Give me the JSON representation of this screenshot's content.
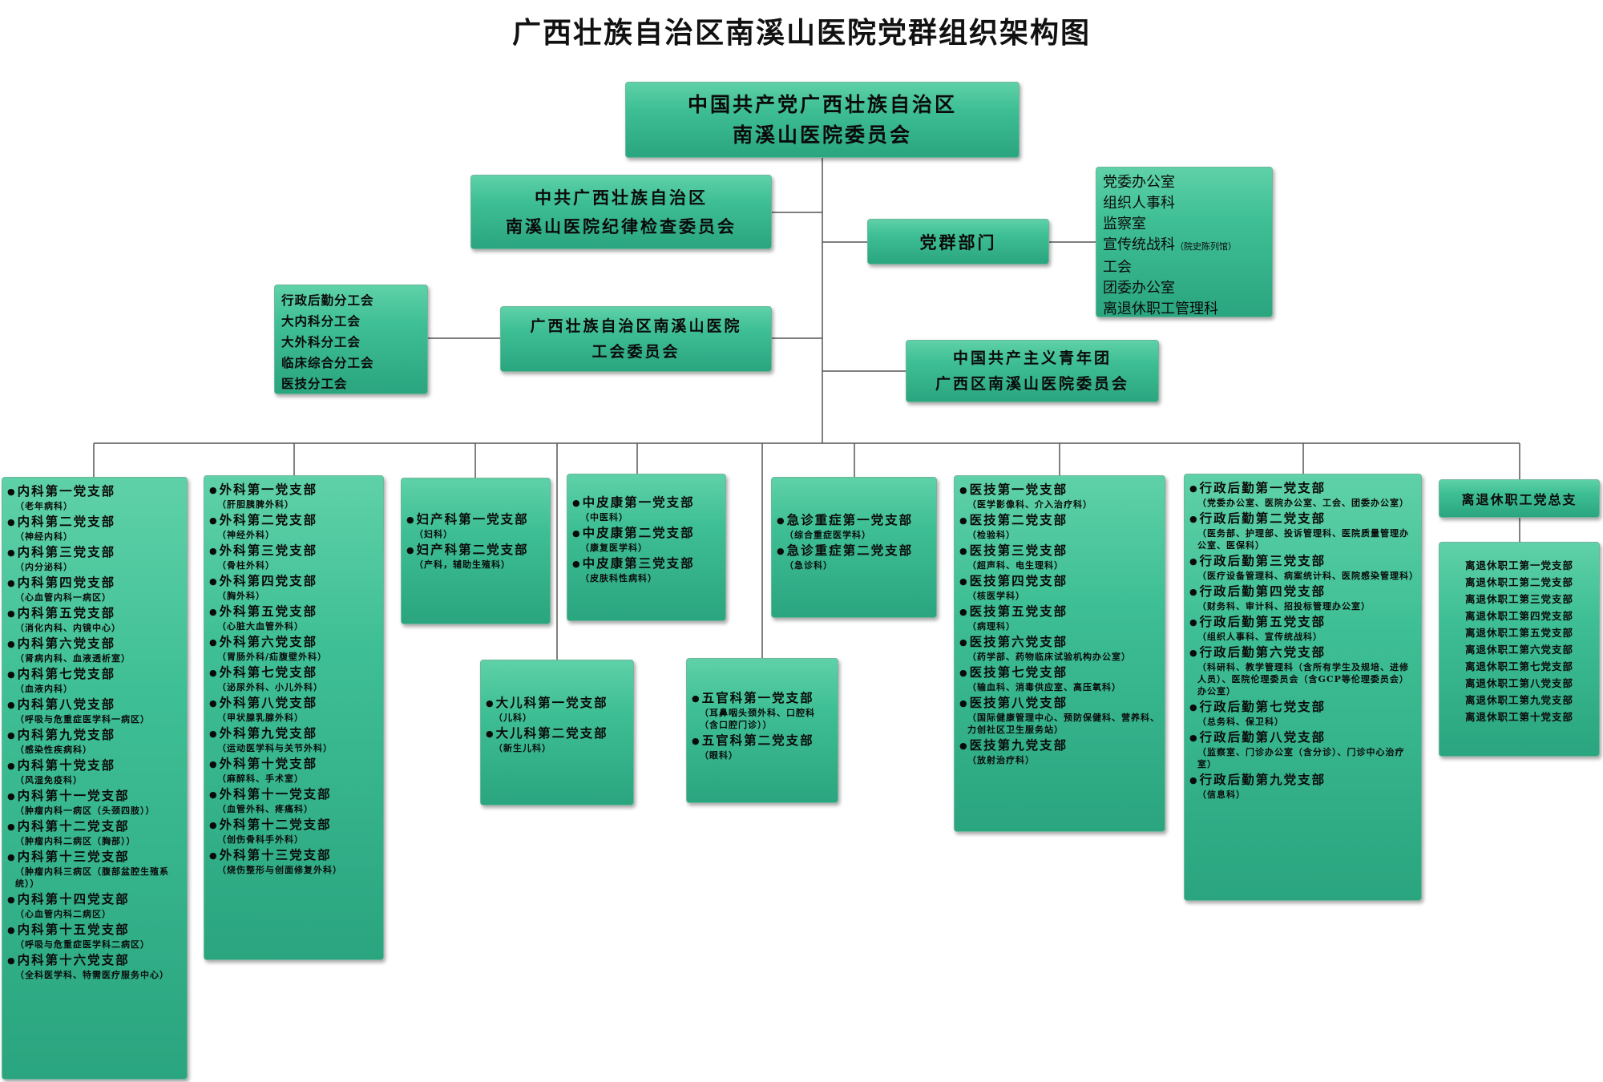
{
  "title": "广西壮族自治区南溪山医院党群组织架构图",
  "top": {
    "line1": "中国共产党广西壮族自治区",
    "line2": "南溪山医院委员会"
  },
  "discipline": {
    "line1": "中共广西壮族自治区",
    "line2": "南溪山医院纪律检查委员会"
  },
  "party_dept": {
    "label": "党群部门",
    "items": [
      "党委办公室",
      "组织人事科",
      "监察室",
      "宣传统战科",
      "工会",
      "团委办公室",
      "离退休职工管理科"
    ],
    "note": "（院史陈列馆）"
  },
  "union": {
    "line1": "广西壮族自治区南溪山医院",
    "line2": "工会委员会",
    "subs": [
      "行政后勤分工会",
      "大内科分工会",
      "大外科分工会",
      "临床综合分工会",
      "医技分工会"
    ]
  },
  "youth": {
    "line1": "中国共产主义青年团",
    "line2": "广西区南溪山医院委员会"
  },
  "branches": {
    "neike": [
      {
        "n": "内科第一党支部",
        "s": "（老年病科）"
      },
      {
        "n": "内科第二党支部",
        "s": "（神经内科）"
      },
      {
        "n": "内科第三党支部",
        "s": "（内分泌科）"
      },
      {
        "n": "内科第四党支部",
        "s": "（心血管内科一病区）"
      },
      {
        "n": "内科第五党支部",
        "s": "（消化内科、内镜中心）"
      },
      {
        "n": "内科第六党支部",
        "s": "（肾病内科、血液透析室）"
      },
      {
        "n": "内科第七党支部",
        "s": "（血液内科）"
      },
      {
        "n": "内科第八党支部",
        "s": "（呼吸与危重症医学科一病区）"
      },
      {
        "n": "内科第九党支部",
        "s": "（感染性疾病科）"
      },
      {
        "n": "内科第十党支部",
        "s": "（风湿免疫科）"
      },
      {
        "n": "内科第十一党支部",
        "s": "（肿瘤内科一病区（头颈四肢））"
      },
      {
        "n": "内科第十二党支部",
        "s": "（肿瘤内科二病区（胸部））"
      },
      {
        "n": "内科第十三党支部",
        "s": "（肿瘤内科三病区（腹部盆腔生殖系统））"
      },
      {
        "n": "内科第十四党支部",
        "s": "（心血管内科二病区）"
      },
      {
        "n": "内科第十五党支部",
        "s": "（呼吸与危重症医学科二病区）"
      },
      {
        "n": "内科第十六党支部",
        "s": "（全科医学科、特需医疗服务中心）"
      }
    ],
    "waike": [
      {
        "n": "外科第一党支部",
        "s": "（肝胆胰脾外科）"
      },
      {
        "n": "外科第二党支部",
        "s": "（神经外科）"
      },
      {
        "n": "外科第三党支部",
        "s": "（骨柱外科）"
      },
      {
        "n": "外科第四党支部",
        "s": "（胸外科）"
      },
      {
        "n": "外科第五党支部",
        "s": "（心脏大血管外科）"
      },
      {
        "n": "外科第六党支部",
        "s": "（胃肠外科/疝腹壁外科）"
      },
      {
        "n": "外科第七党支部",
        "s": "（泌尿外科、小儿外科）"
      },
      {
        "n": "外科第八党支部",
        "s": "（甲状腺乳腺外科）"
      },
      {
        "n": "外科第九党支部",
        "s": "（运动医学科与关节外科）"
      },
      {
        "n": "外科第十党支部",
        "s": "（麻醉科、手术室）"
      },
      {
        "n": "外科第十一党支部",
        "s": "（血管外科、疼痛科）"
      },
      {
        "n": "外科第十二党支部",
        "s": "（创伤骨科手外科）"
      },
      {
        "n": "外科第十三党支部",
        "s": "（烧伤整形与创面修复外科）"
      }
    ],
    "fuchan": [
      {
        "n": "妇产科第一党支部",
        "s": "（妇科）"
      },
      {
        "n": "妇产科第二党支部",
        "s": "（产科，辅助生殖科）"
      }
    ],
    "zhongpi": [
      {
        "n": "中皮康第一党支部",
        "s": "（中医科）"
      },
      {
        "n": "中皮康第二党支部",
        "s": "（康复医学科）"
      },
      {
        "n": "中皮康第三党支部",
        "s": "（皮肤科性病科）"
      }
    ],
    "jizhen": [
      {
        "n": "急诊重症第一党支部",
        "s": "（综合重症医学科）"
      },
      {
        "n": "急诊重症第二党支部",
        "s": "（急诊科）"
      }
    ],
    "yiji": [
      {
        "n": "医技第一党支部",
        "s": "（医学影像科、介入治疗科）"
      },
      {
        "n": "医技第二党支部",
        "s": "（检验科）"
      },
      {
        "n": "医技第三党支部",
        "s": "（超声科、电生理科）"
      },
      {
        "n": "医技第四党支部",
        "s": "（核医学科）"
      },
      {
        "n": "医技第五党支部",
        "s": "（病理科）"
      },
      {
        "n": "医技第六党支部",
        "s": "（药学部、药物临床试验机构办公室）"
      },
      {
        "n": "医技第七党支部",
        "s": "（输血科、消毒供应室、高压氧科）"
      },
      {
        "n": "医技第八党支部",
        "s": "（国际健康管理中心、预防保健科、营养科、力创社区卫生服务站）"
      },
      {
        "n": "医技第九党支部",
        "s": "（放射治疗科）"
      }
    ],
    "xingzheng": [
      {
        "n": "行政后勤第一党支部",
        "s": "（党委办公室、医院办公室、工会、团委办公室）"
      },
      {
        "n": "行政后勤第二党支部",
        "s": "（医务部、护理部、投诉管理科、医院质量管理办公室、医保科）"
      },
      {
        "n": "行政后勤第三党支部",
        "s": "（医疗设备管理科、病案统计科、医院感染管理科）"
      },
      {
        "n": "行政后勤第四党支部",
        "s": "（财务科、审计科、招投标管理办公室）"
      },
      {
        "n": "行政后勤第五党支部",
        "s": "（组织人事科、宣传统战科）"
      },
      {
        "n": "行政后勤第六党支部",
        "s": "（科研科、教学管理科（含所有学生及规培、进修人员）、医院伦理委员会（含GCP等伦理委员会）办公室）"
      },
      {
        "n": "行政后勤第七党支部",
        "s": "（总务科、保卫科）"
      },
      {
        "n": "行政后勤第八党支部",
        "s": "（监察室、门诊办公室（含分诊）、门诊中心治疗室）"
      },
      {
        "n": "行政后勤第九党支部",
        "s": "（信息科）"
      }
    ],
    "erke": [
      {
        "n": "大儿科第一党支部",
        "s": "（儿科）"
      },
      {
        "n": "大儿科第二党支部",
        "s": "（新生儿科）"
      }
    ],
    "wuguan": [
      {
        "n": "五官科第一党支部",
        "s": "（耳鼻咽头颈外科、口腔科（含口腔门诊））"
      },
      {
        "n": "五官科第二党支部",
        "s": "（眼科）"
      }
    ]
  },
  "retire": {
    "label": "离退休职工党总支",
    "items": [
      "离退休职工第一党支部",
      "离退休职工第二党支部",
      "离退休职工第三党支部",
      "离退休职工第四党支部",
      "离退休职工第五党支部",
      "离退休职工第六党支部",
      "离退休职工第七党支部",
      "离退休职工第八党支部",
      "离退休职工第九党支部",
      "离退休职工第十党支部"
    ]
  }
}
